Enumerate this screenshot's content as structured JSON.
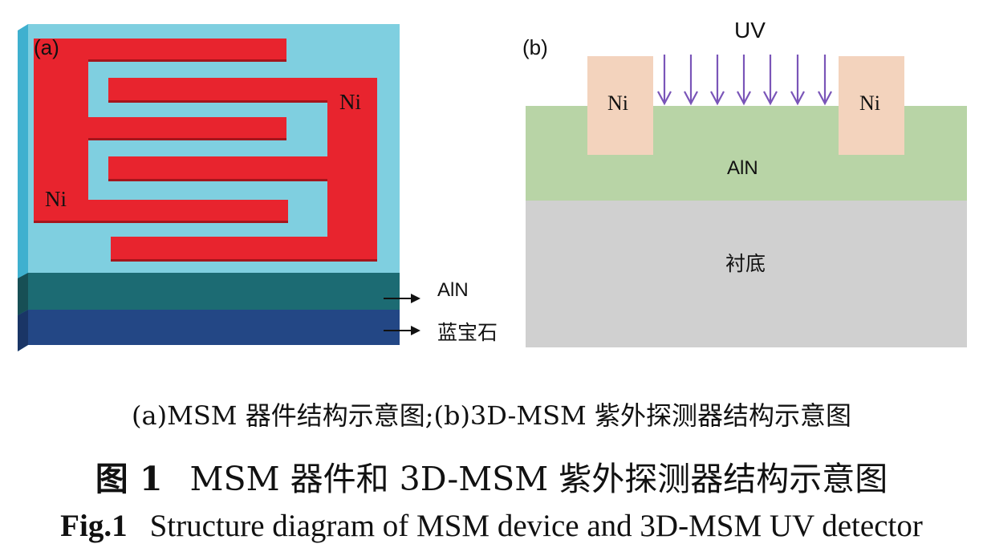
{
  "panel_a": {
    "label": "(a)",
    "ni_right": "Ni",
    "ni_left": "Ni",
    "layer_aln": "AlN",
    "layer_substrate": "蓝宝石"
  },
  "panel_b": {
    "label": "(b)",
    "uv": "UV",
    "ni_left": "Ni",
    "ni_right": "Ni",
    "layer_aln": "AlN",
    "layer_substrate": "衬底"
  },
  "colors": {
    "sky": "#7fcfe0",
    "finger_red": "#e8242e",
    "aln_teal": "#1c6b73",
    "sapphire": "#234785",
    "aln_green": "#b8d4a6",
    "substrate_gray": "#d0d0d0",
    "ni_pad": "#f3d3bd",
    "uv_arrow": "#7a55b8"
  },
  "captions": {
    "sub": "(a)MSM 器件结构示意图;(b)3D-MSM 紫外探测器结构示意图",
    "cn_tag": "图 1",
    "cn_text": "MSM 器件和 3D-MSM 紫外探测器结构示意图",
    "en_tag": "Fig.1",
    "en_text": "Structure diagram of MSM device and 3D-MSM UV detector"
  }
}
